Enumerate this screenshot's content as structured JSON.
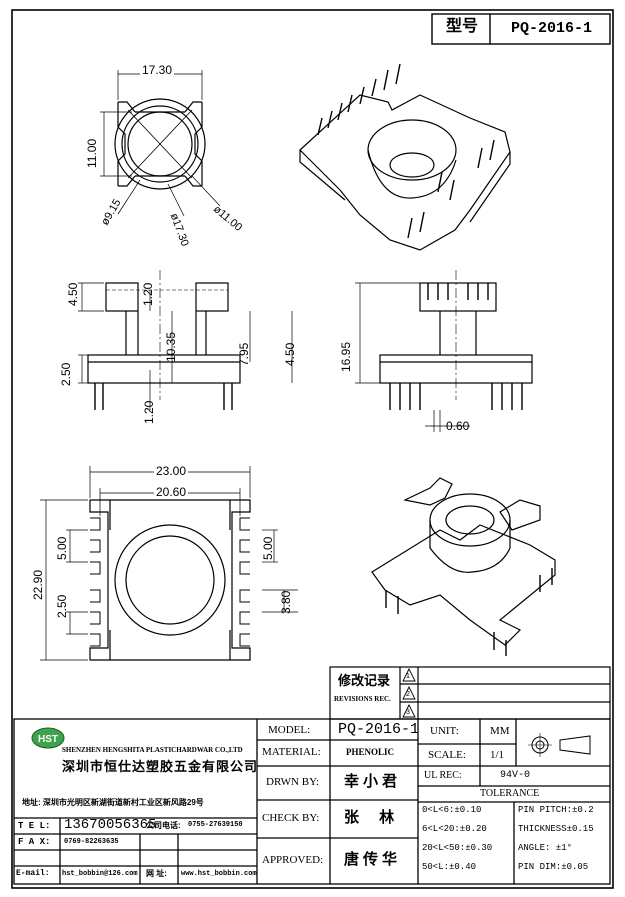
{
  "title_block": {
    "label_xinghao": "型号",
    "model_code": "PQ-2016-1"
  },
  "dimensions": {
    "top_width": "17.30",
    "top_height": "11.00",
    "dia_915": "ø9.15",
    "dia_1730": "ø17.30",
    "dia_1100": "ø11.00",
    "side_450_top": "4.50",
    "side_120_top": "1.20",
    "side_250": "2.50",
    "side_1035": "10.35",
    "side_795": "7.95",
    "side_450_right": "4.50",
    "side_120_bottom": "1.20",
    "front_1695": "16.95",
    "front_060": "0.60",
    "bottom_2300": "23.00",
    "bottom_2060": "20.60",
    "bottom_500_left": "5.00",
    "bottom_500_right": "5.00",
    "bottom_2290": "22.90",
    "bottom_250": "2.50",
    "bottom_380": "3.80"
  },
  "revision": {
    "title_cn": "修改记录",
    "title_en": "REVISIONS REC.",
    "marks": [
      "1",
      "2",
      "3"
    ]
  },
  "company": {
    "logo": "HST",
    "name_en": "SHENZHEN HENGSHITA PLASTICHARDWAR CO.,LTD",
    "name_cn": "深圳市恒仕达塑胶五金有限公司",
    "address": "地址: 深圳市光明区新湖街道新村工业区新风路29号",
    "tel_label": "T E L:",
    "tel": "13670056365",
    "fax_company_label": "公司电话:",
    "fax_company": "0755-27639150",
    "fax_label": "F A X:",
    "fax": "0769-82263635",
    "email_label": "E-mail:",
    "email": "hst_bobbin@126.com",
    "web_label": "网 址:",
    "web": "www.hst_bobbin.com"
  },
  "spec": {
    "model_label": "MODEL:",
    "model_value": "PQ-2016-1",
    "material_label": "MATERIAL:",
    "material_value": "PHENOLIC",
    "drawn_label": "DRWN BY:",
    "drawn_value": "幸小君",
    "check_label": "CHECK BY:",
    "check_value": "张 林",
    "approved_label": "APPROVED:",
    "approved_value": "唐传华",
    "unit_label": "UNIT:",
    "unit_value": "MM",
    "scale_label": "SCALE:",
    "scale_value": "1/1",
    "ul_label": "UL REC:",
    "ul_value": "94V-0",
    "tolerance_label": "TOLERANCE",
    "tol_1": "0<L<6:±0.10",
    "tol_2": "6<L<20:±0.20",
    "tol_3": "20<L<50:±0.30",
    "tol_4": "50<L:±0.40",
    "pin_pitch": "PIN PITCH:±0.2",
    "thickness": "THICKNESS±0.15",
    "angle": "ANGLE: ±1°",
    "pin_dim": "PIN DIM:±0.05"
  }
}
